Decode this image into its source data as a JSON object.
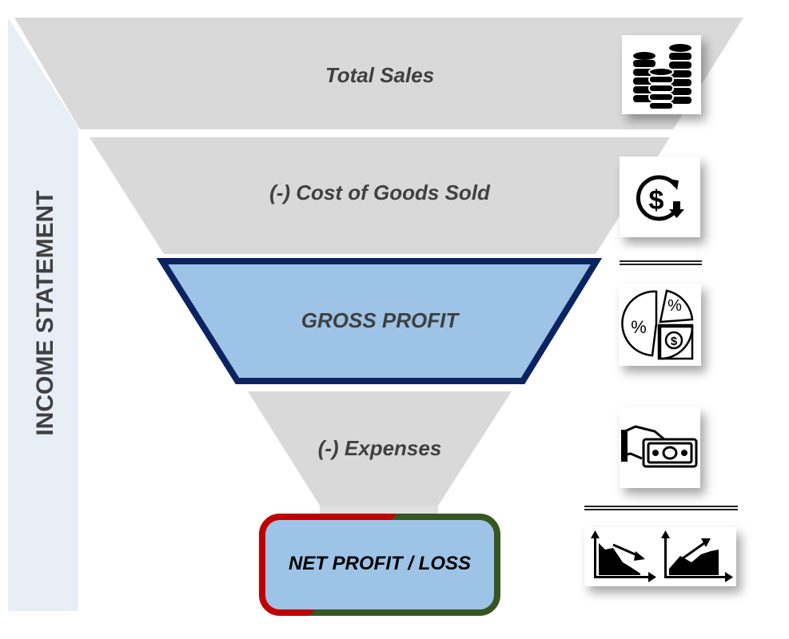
{
  "diagram": {
    "side_label": "INCOME STATEMENT",
    "stages": [
      {
        "label": "Total Sales",
        "icon": "coin-stacks-icon"
      },
      {
        "label": "(-) Cost of Goods Sold",
        "icon": "dollar-down-arrow-icon"
      },
      {
        "label": "GROSS PROFIT",
        "icon": "pie-chart-percent-icon"
      },
      {
        "label": "(-) Expenses",
        "icon": "hand-paying-cash-icon"
      },
      {
        "label": "NET PROFIT / LOSS",
        "icon": "trend-charts-icon"
      }
    ],
    "colors": {
      "funnel_gray": "#d9d9d9",
      "highlight_fill": "#9dc3e6",
      "gross_border": "#0b2461",
      "loss_red": "#c00000",
      "profit_green": "#375623",
      "label_text": "#404040",
      "side_panel": "#e8eef5"
    }
  }
}
